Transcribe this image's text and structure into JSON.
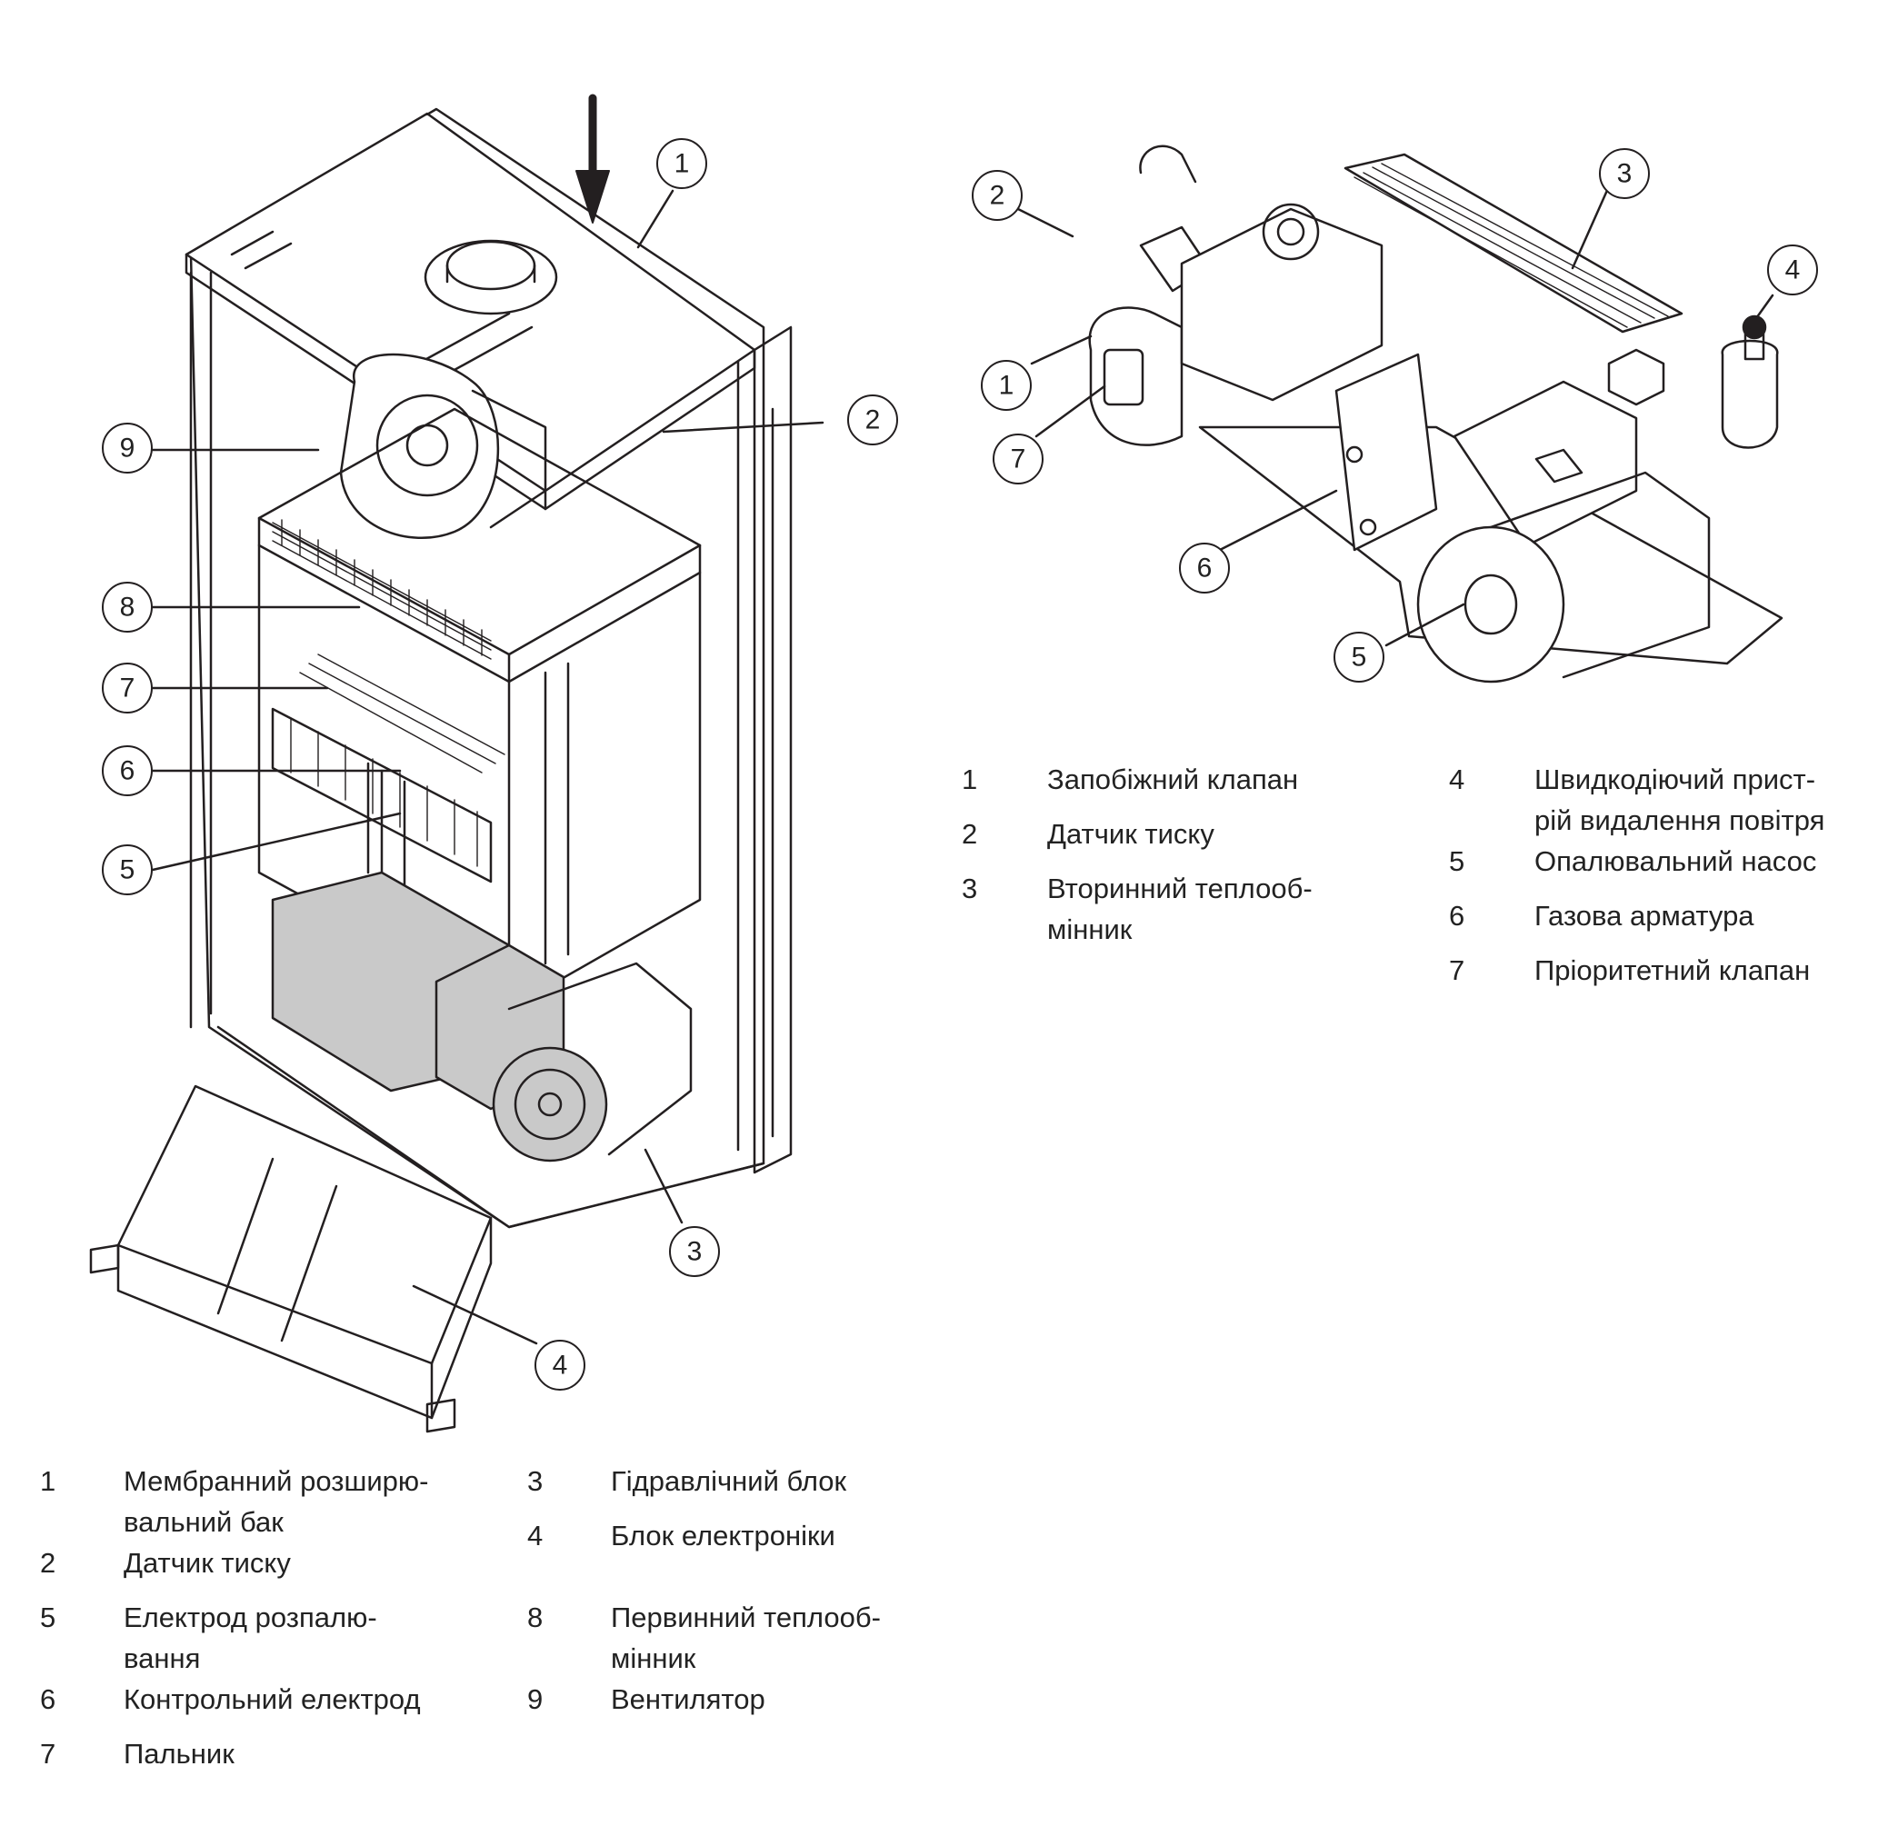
{
  "colors": {
    "line": "#231f20",
    "shade": "#c9c9c9",
    "background": "#ffffff"
  },
  "left_figure": {
    "callouts": [
      "1",
      "2",
      "3",
      "4",
      "5",
      "6",
      "7",
      "8",
      "9"
    ],
    "legend": [
      {
        "num": "1",
        "lines": [
          "Мембранний розширю-",
          "вальний бак"
        ]
      },
      {
        "num": "2",
        "lines": [
          "Датчик тиску"
        ]
      },
      {
        "num": "5",
        "lines": [
          "Електрод розпалю-",
          "вання"
        ]
      },
      {
        "num": "6",
        "lines": [
          "Контрольний електрод"
        ]
      },
      {
        "num": "7",
        "lines": [
          "Пальник"
        ]
      },
      {
        "num": "3",
        "lines": [
          "Гідравлічний блок"
        ]
      },
      {
        "num": "4",
        "lines": [
          "Блок електроніки"
        ]
      },
      {
        "num": "8",
        "lines": [
          "Первинний теплооб-",
          "мінник"
        ]
      },
      {
        "num": "9",
        "lines": [
          "Вентилятор"
        ]
      }
    ]
  },
  "right_figure": {
    "callouts": [
      "1",
      "2",
      "3",
      "4",
      "5",
      "6",
      "7"
    ],
    "legend": [
      {
        "num": "1",
        "lines": [
          "Запобіжний клапан"
        ]
      },
      {
        "num": "2",
        "lines": [
          "Датчик тиску"
        ]
      },
      {
        "num": "3",
        "lines": [
          "Вторинний теплооб-",
          "мінник"
        ]
      },
      {
        "num": "4",
        "lines": [
          "Швидкодіючий прист-",
          "рій видалення повітря"
        ]
      },
      {
        "num": "5",
        "lines": [
          "Опалювальний насос"
        ]
      },
      {
        "num": "6",
        "lines": [
          "Газова арматура"
        ]
      },
      {
        "num": "7",
        "lines": [
          "Пріоритетний клапан"
        ]
      }
    ]
  }
}
